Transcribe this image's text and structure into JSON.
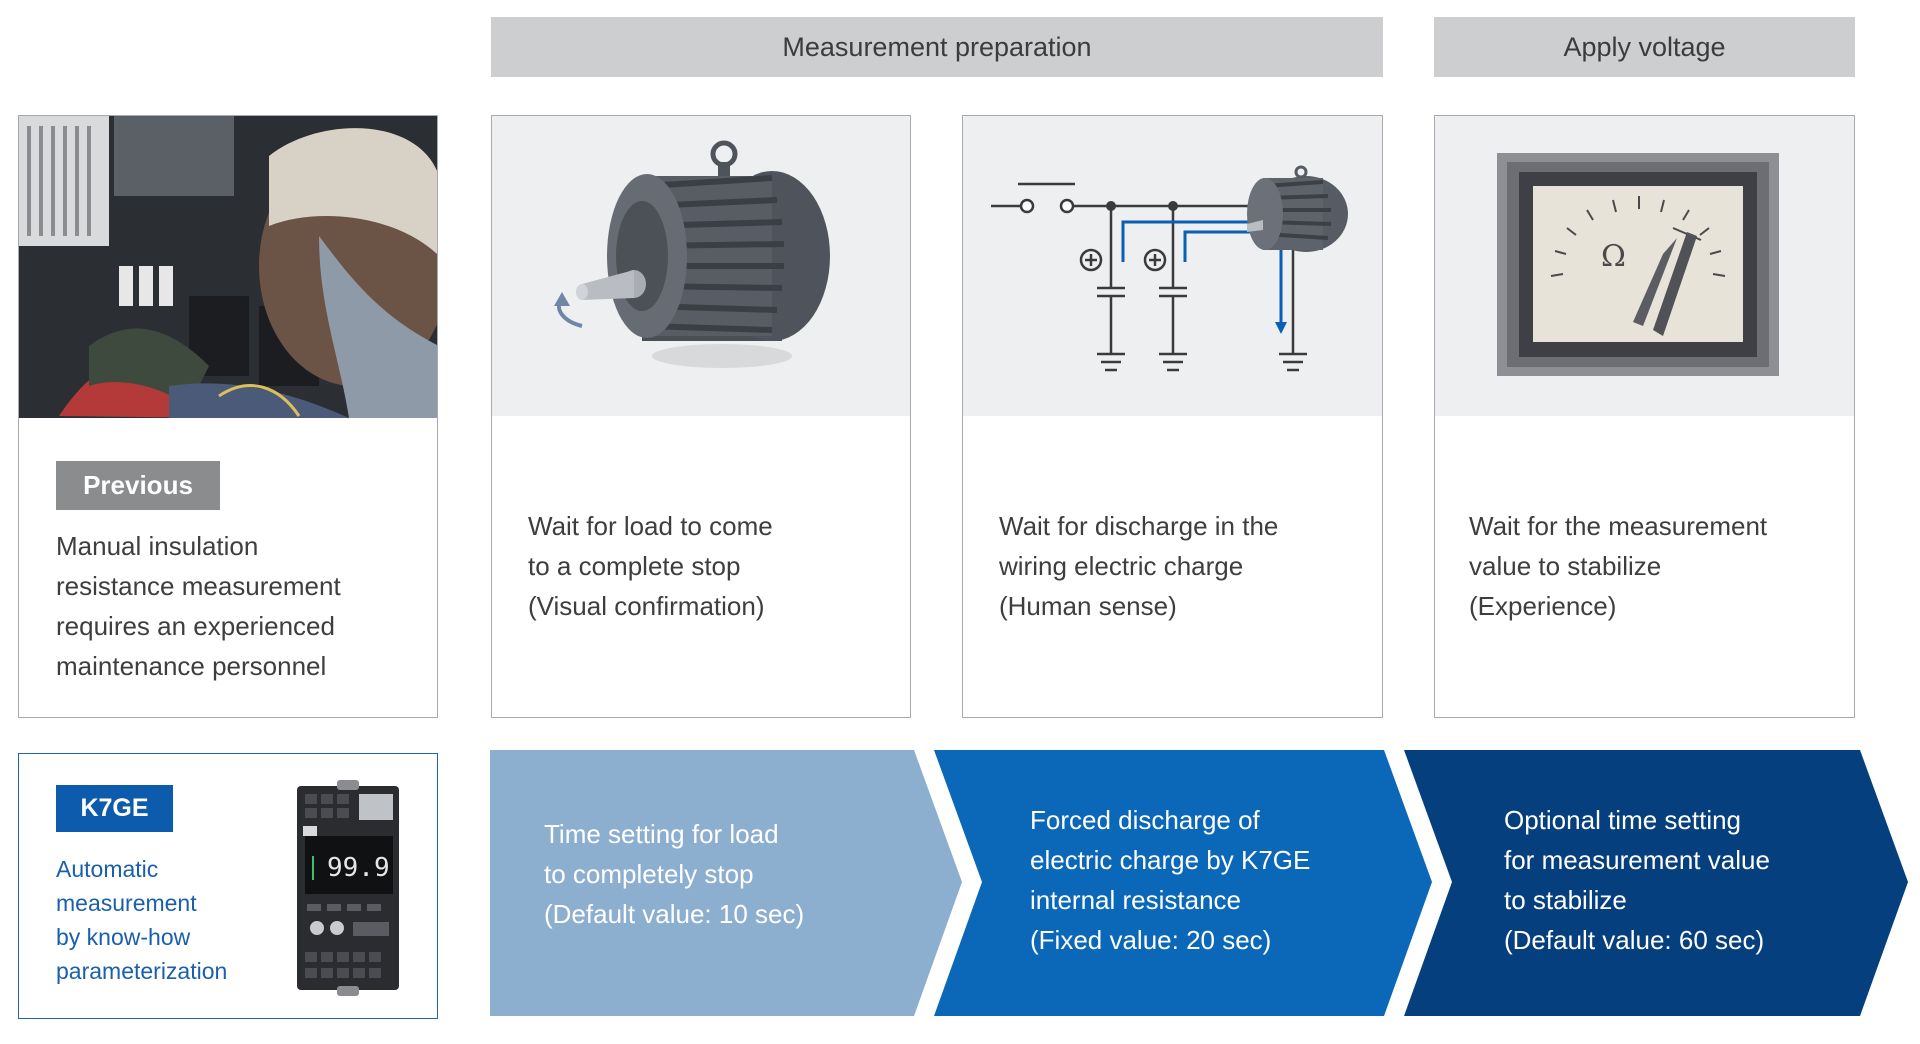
{
  "headers": {
    "measurement_preparation": "Measurement preparation",
    "apply_voltage": "Apply voltage"
  },
  "previous": {
    "badge": "Previous",
    "lines": [
      "Manual insulation",
      "resistance measurement",
      "requires an experienced",
      "maintenance personnel"
    ]
  },
  "steps": [
    {
      "lines": [
        "Wait for load to come",
        "to a complete stop",
        "(Visual confirmation)"
      ]
    },
    {
      "lines": [
        "Wait for discharge in the",
        "wiring electric charge",
        "(Human sense)"
      ]
    },
    {
      "lines": [
        "Wait for the measurement",
        "value to stabilize",
        "(Experience)"
      ]
    }
  ],
  "k7ge": {
    "badge": "K7GE",
    "lines": [
      "Automatic",
      "measurement",
      "by know-how",
      "parameterization"
    ],
    "display_value": "99.9"
  },
  "arrows": [
    {
      "lines": [
        "Time setting for load",
        "to completely stop",
        "(Default value: 10 sec)"
      ],
      "color": "#8cafcf"
    },
    {
      "lines": [
        "Forced discharge of",
        "electric charge by K7GE",
        "internal resistance",
        "(Fixed value: 20 sec)"
      ],
      "color": "#0b67b8"
    },
    {
      "lines": [
        "Optional time setting",
        "for measurement value",
        "to stabilize",
        "(Default value: 60 sec)"
      ],
      "color": "#053f7e"
    }
  ],
  "meter_symbol": "Ω",
  "colors": {
    "header_gray": "#cdced0",
    "card_border": "#a7a9ac",
    "brand_blue": "#0d5bad",
    "arrow_light": "#8cafcf",
    "arrow_mid": "#0b67b8",
    "arrow_dark": "#053f7e"
  }
}
